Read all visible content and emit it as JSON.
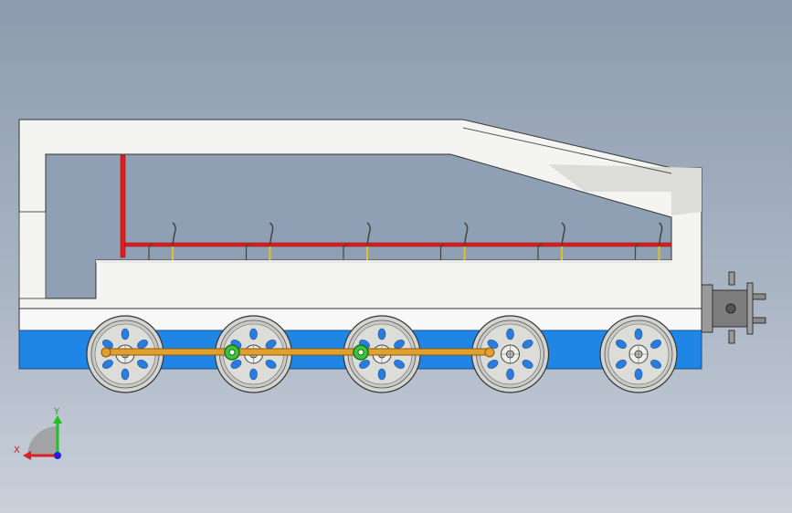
{
  "viewport": {
    "background_top": "#8d9bae",
    "background_bottom": "#c9d0da"
  },
  "model": {
    "body_color": "#f4f4f2",
    "skirt_color": "#1f86e6",
    "rail_color": "#d81e1e",
    "coupling_rod_color": "#e0a02e",
    "pin_highlight_color": "#3cc43c",
    "wheel_color": "#d4d4d0",
    "wheel_spoke_color": "#2a7de0",
    "wheel_count": 5,
    "seat_count": 6
  },
  "triad": {
    "x_label": "X",
    "y_label": "Y",
    "x_color": "#e02020",
    "y_color": "#20c020",
    "z_color": "#2020e0"
  }
}
